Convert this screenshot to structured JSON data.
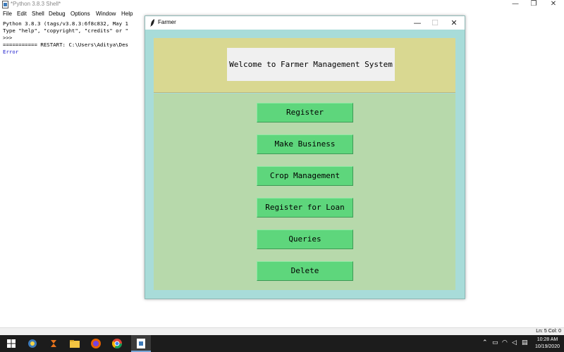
{
  "shell": {
    "title": "*Python 3.8.3 Shell*",
    "menu": [
      "File",
      "Edit",
      "Shell",
      "Debug",
      "Options",
      "Window",
      "Help"
    ],
    "lines": [
      "Python 3.8.3 (tags/v3.8.3:6f8c832, May 1",
      "Type \"help\", \"copyright\", \"credits\" or \"",
      ">>> ",
      "=========== RESTART: C:\\Users\\Aditya\\Des"
    ],
    "error_line": "Error",
    "status": "Ln: 5   Col: 0",
    "controls": {
      "minimize": "—",
      "restore": "❐",
      "close": "✕"
    }
  },
  "farmer": {
    "title": "Farmer",
    "controls": {
      "minimize": "—",
      "maximize": "☐",
      "close": "✕"
    },
    "welcome": "Welcome to Farmer Management System",
    "buttons": [
      "Register",
      "Make Business",
      "Crop Management",
      "Register for Loan",
      "Queries",
      "Delete"
    ]
  },
  "taskbar": {
    "time": "10:28 AM",
    "date": "10/19/2020"
  },
  "colors": {
    "header_bg": "#d9d891",
    "body_bg": "#b7d9ab",
    "button_bg": "#5ed67c",
    "window_bg": "#a8dcd9"
  }
}
